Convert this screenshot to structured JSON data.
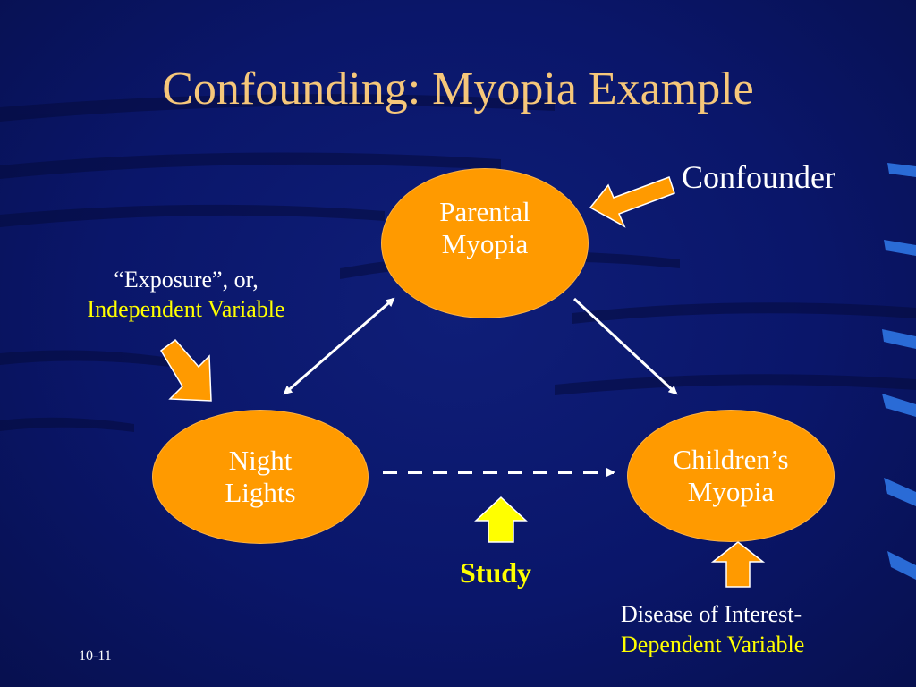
{
  "title": "Confounding: Myopia Example",
  "nodes": {
    "parental": {
      "line1": "Parental",
      "line2": "Myopia"
    },
    "night_lights": {
      "line1": "Night",
      "line2": "Lights"
    },
    "childrens": {
      "line1": "Children’s",
      "line2": "Myopia"
    }
  },
  "labels": {
    "confounder": "Confounder",
    "exposure_line1": "“Exposure”, or,",
    "exposure_line2": "Independent Variable",
    "study": "Study",
    "disease_line1": "Disease of Interest-",
    "disease_line2": "Dependent Variable"
  },
  "slide_number": "10-11",
  "colors": {
    "background": "#0a166a",
    "title": "#f6c77a",
    "node_fill": "#ff9a00",
    "highlight_text": "#ffff00",
    "arrow_orange": "#ff9a00",
    "arrow_yellow": "#ffff00"
  }
}
